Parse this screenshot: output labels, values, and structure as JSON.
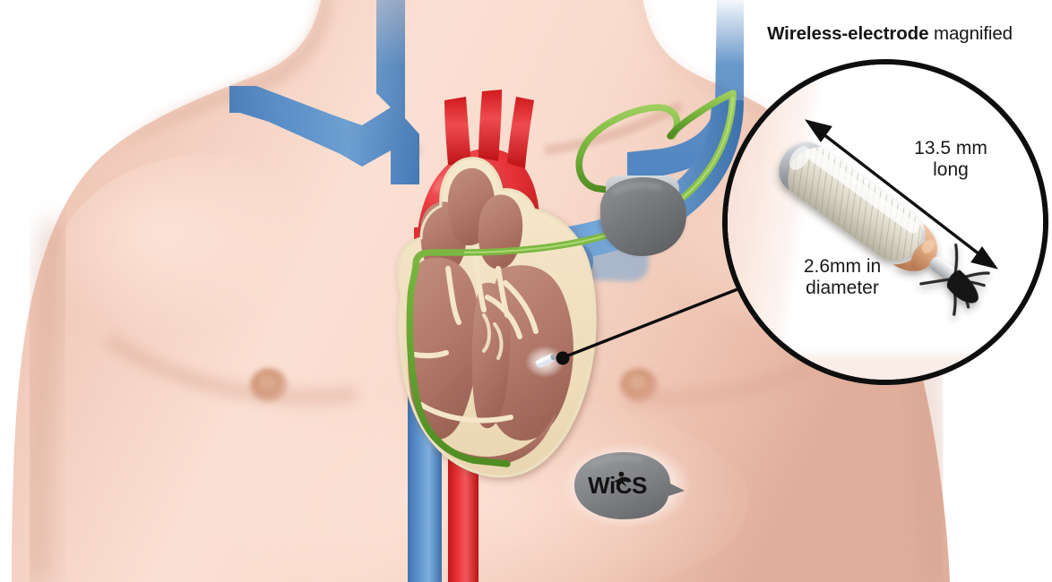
{
  "illustration": {
    "kind": "medical-anatomical-illustration",
    "subject": "Wireless cardiac stimulation system implanted in human chest",
    "background_color": "#ffffff"
  },
  "magnifier": {
    "title_bold": "Wireless-electrode",
    "title_rest": " magnified",
    "border_color": "#0e0e0e",
    "fill_color": "#ffffff",
    "labels": {
      "length": "13.5 mm\nlong",
      "diameter": "2.6mm in\ndiameter"
    },
    "electrode": {
      "name": "wireless-electrode",
      "body_color": "#dcd9cd",
      "cap_color": "#b9bcc0",
      "tip_color": "#d79c72",
      "anchor_color": "#1a1a1a"
    }
  },
  "badge": {
    "label": "WiCS",
    "icon": "running-figure-icon",
    "fill_color": "#7d7d7d",
    "text_color": "#121212"
  },
  "anatomy": {
    "skin_color": "#f1cbbc",
    "skin_shadow": "#d9a894",
    "vein_color": "#4f86c2",
    "artery_color": "#e02a2a",
    "myocardium_color": "#b6806f",
    "epicardium_color": "#f1e0c0",
    "lead_color": "#78b53f",
    "device_color": "#6f7174",
    "device_header_color": "#b9bcc0",
    "nipple_color": "#d59d82",
    "parts": [
      {
        "name": "jugular-veins",
        "color": "#4f86c2"
      },
      {
        "name": "subclavian-vein",
        "color": "#4f86c2"
      },
      {
        "name": "superior-vena-cava",
        "color": "#4f86c2"
      },
      {
        "name": "inferior-vena-cava",
        "color": "#4f86c2"
      },
      {
        "name": "aortic-arch",
        "color": "#e02a2a"
      },
      {
        "name": "descending-aorta",
        "color": "#e02a2a"
      },
      {
        "name": "heart-cross-section",
        "color": "#b6806f"
      },
      {
        "name": "pacemaker-generator",
        "color": "#6f7174"
      },
      {
        "name": "pacing-lead",
        "color": "#78b53f"
      },
      {
        "name": "implanted-electrode",
        "color": "#cfd6de"
      },
      {
        "name": "pointer-line",
        "color": "#0d0d0d"
      }
    ]
  }
}
